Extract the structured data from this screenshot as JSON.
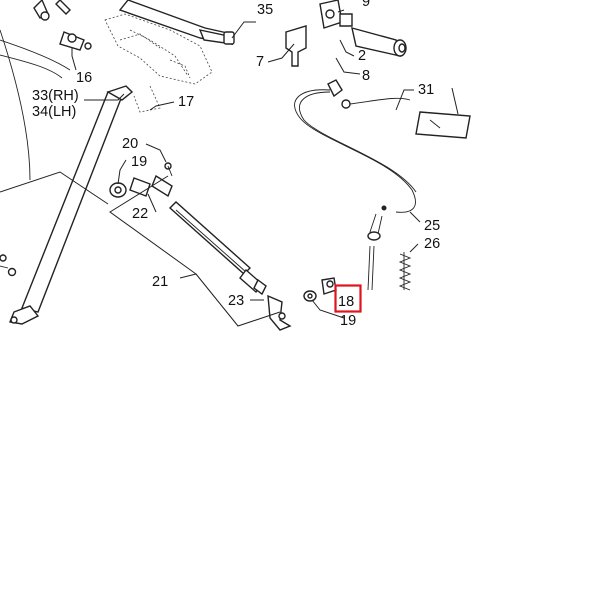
{
  "callouts": {
    "c35": "35",
    "c9": "9",
    "c7": "7",
    "c2": "2",
    "c8": "8",
    "c16": "16",
    "c33": "33(RH)",
    "c34": "34(LH)",
    "c17": "17",
    "c31": "31",
    "c20": "20",
    "c19a": "19",
    "c22": "22",
    "c25": "25",
    "c26": "26",
    "c21": "21",
    "c23": "23",
    "c18": "18",
    "c19b": "19"
  },
  "highlight": {
    "color": "#e0141e",
    "target": "18"
  }
}
